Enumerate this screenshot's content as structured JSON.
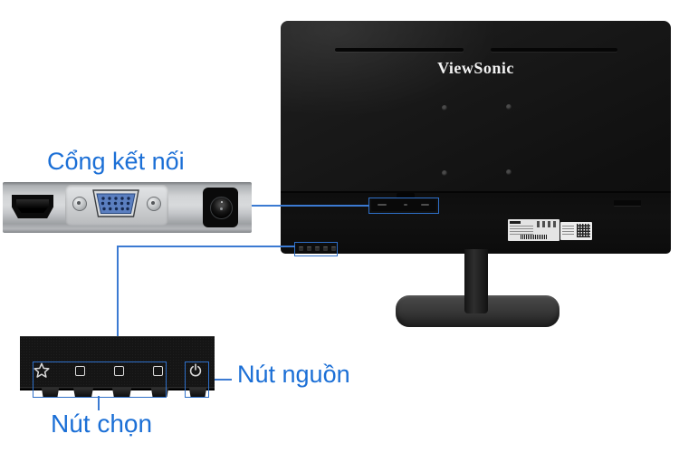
{
  "monitor": {
    "brand": "ViewSonic"
  },
  "callouts": {
    "ports": {
      "label": "Cổng kết nối"
    },
    "select": {
      "label": "Nút chọn"
    },
    "power": {
      "label": "Nút nguồn"
    }
  },
  "ports_closeup": {
    "ports": [
      "hdmi-port",
      "vga-port",
      "dc-power-jack"
    ]
  },
  "controls_closeup": {
    "icons": [
      "star-icon",
      "square-button-icon",
      "square-button-icon",
      "square-button-icon",
      "power-icon"
    ]
  },
  "colors": {
    "annotation_text": "#1b6fd6",
    "annotation_line": "#3b7ad2",
    "annotation_box": "#2e6fc8",
    "monitor_body": "#141414",
    "panel_silver": "#d2d4d6",
    "vga_blue": "#5b7fc0"
  }
}
